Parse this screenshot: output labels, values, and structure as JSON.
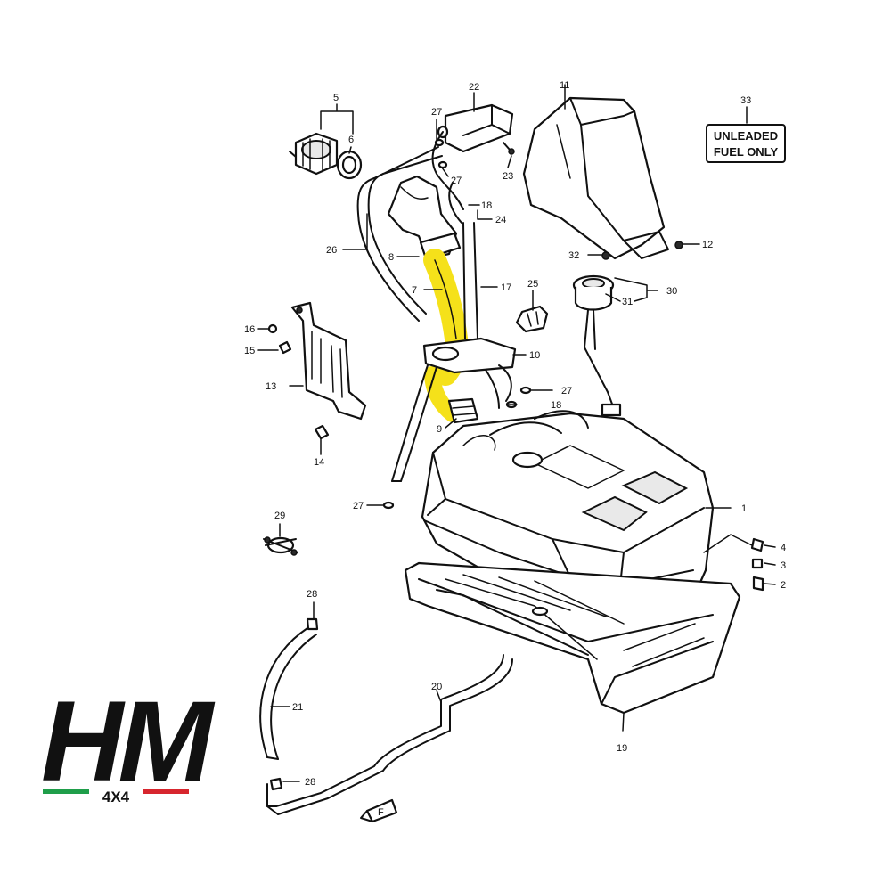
{
  "diagram": {
    "callouts": [
      {
        "id": "c1",
        "label": "1"
      },
      {
        "id": "c2",
        "label": "2"
      },
      {
        "id": "c3",
        "label": "3"
      },
      {
        "id": "c4",
        "label": "4"
      },
      {
        "id": "c5",
        "label": "5"
      },
      {
        "id": "c6",
        "label": "6"
      },
      {
        "id": "c7",
        "label": "7"
      },
      {
        "id": "c8",
        "label": "8"
      },
      {
        "id": "c9",
        "label": "9"
      },
      {
        "id": "c10",
        "label": "10"
      },
      {
        "id": "c11",
        "label": "11"
      },
      {
        "id": "c12",
        "label": "12"
      },
      {
        "id": "c13",
        "label": "13"
      },
      {
        "id": "c14",
        "label": "14"
      },
      {
        "id": "c15",
        "label": "15"
      },
      {
        "id": "c16",
        "label": "16"
      },
      {
        "id": "c17",
        "label": "17"
      },
      {
        "id": "c18a",
        "label": "18"
      },
      {
        "id": "c18b",
        "label": "18"
      },
      {
        "id": "c19",
        "label": "19"
      },
      {
        "id": "c20",
        "label": "20"
      },
      {
        "id": "c21",
        "label": "21"
      },
      {
        "id": "c22",
        "label": "22"
      },
      {
        "id": "c23",
        "label": "23"
      },
      {
        "id": "c24",
        "label": "24"
      },
      {
        "id": "c25",
        "label": "25"
      },
      {
        "id": "c26",
        "label": "26"
      },
      {
        "id": "c27a",
        "label": "27"
      },
      {
        "id": "c27b",
        "label": "27"
      },
      {
        "id": "c27c",
        "label": "27"
      },
      {
        "id": "c27d",
        "label": "27"
      },
      {
        "id": "c28a",
        "label": "28"
      },
      {
        "id": "c28b",
        "label": "28"
      },
      {
        "id": "c29",
        "label": "29"
      },
      {
        "id": "c30",
        "label": "30"
      },
      {
        "id": "c31",
        "label": "31"
      },
      {
        "id": "c32",
        "label": "32"
      },
      {
        "id": "c33",
        "label": "33"
      }
    ],
    "label_33": {
      "line1": "UNLEADED",
      "line2": "FUEL ONLY"
    },
    "front_marker": "F",
    "highlight_color": "#f5e11a"
  },
  "logo": {
    "main": "HM",
    "sub": "4X4",
    "flag_colors": [
      "#1f9e4a",
      "#ffffff",
      "#d7262e"
    ]
  }
}
